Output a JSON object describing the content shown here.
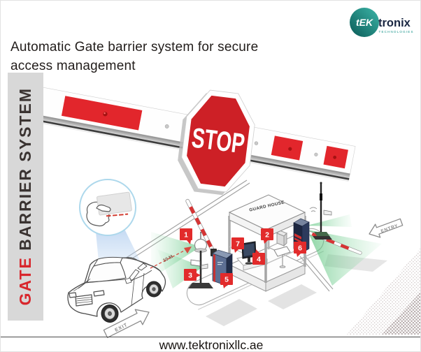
{
  "header": {
    "title_line1": "Automatic Gate barrier system for secure",
    "title_line2": "access management"
  },
  "logo": {
    "mark": "tEK",
    "name": "tronix",
    "tagline": "TECHNOLOGIES"
  },
  "side_banner": {
    "text_red": "GATE",
    "text_dark": " BARRIER SYSTEM"
  },
  "diagram": {
    "stop_sign": "STOP",
    "guard_house": "GUARD HOUSE",
    "distance_label": "10 M",
    "exit_label": "EXIT",
    "entry_label": "ENTRY",
    "markers": [
      "1",
      "2",
      "3",
      "4",
      "5",
      "6",
      "7"
    ]
  },
  "footer": {
    "url": "www.tektronixllc.ae"
  },
  "colors": {
    "accent_red": "#d8262c",
    "logo_teal": "#159287",
    "logo_navy": "#1a2742",
    "banner_gray": "#d8d8d8",
    "beam_green": "#5ec57e"
  }
}
